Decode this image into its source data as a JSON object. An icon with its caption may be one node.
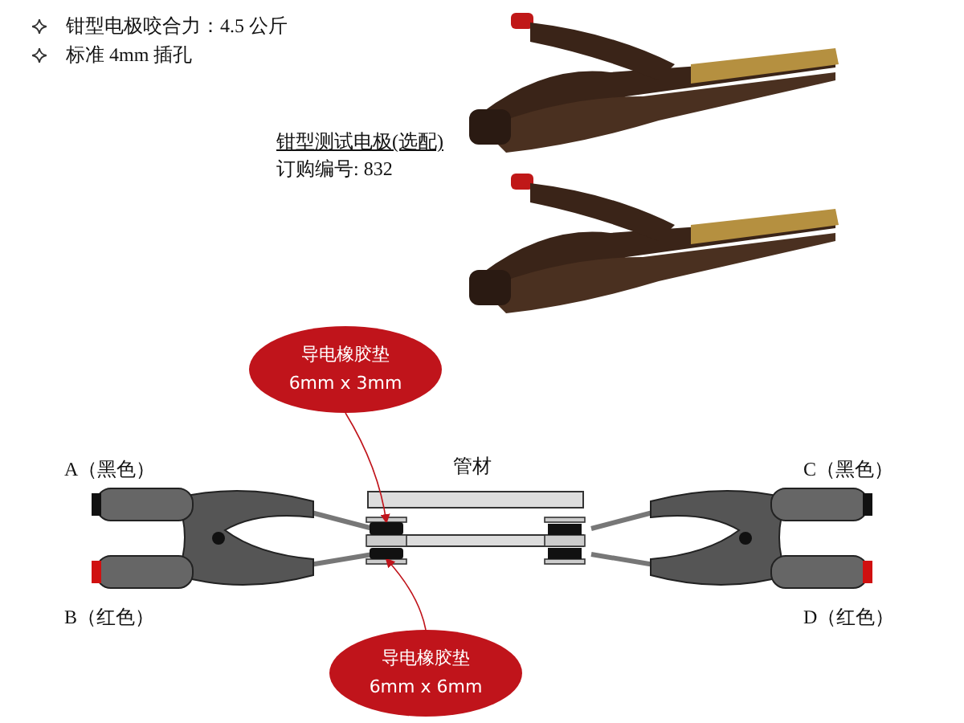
{
  "diagram": {
    "nodes": [
      {
        "text": [
          "导电橡胶垫",
          "6mm x 3mm"
        ]
      },
      {
        "text": [
          "导电橡胶垫",
          "6mm x 6mm"
        ]
      },
      {
        "text": [],
        "shape": "box"
      },
      {
        "text": [],
        "shape": "box"
      }
    ],
    "edges": [
      {
        "from": 0,
        "to": 2,
        "arrow": "to",
        "color": "#c0141b"
      },
      {
        "from": 1,
        "to": 3,
        "arrow": "to",
        "color": "#c0141b"
      }
    ],
    "labels": [
      "钳型电极咬合力：4.5 公斤",
      "标准 4mm 插孔",
      "钳型测试电极(选配)",
      "订购编号: 832",
      "管材",
      "A（黑色）",
      "C（黑色）",
      "B（红色）",
      "D（红色）"
    ]
  }
}
